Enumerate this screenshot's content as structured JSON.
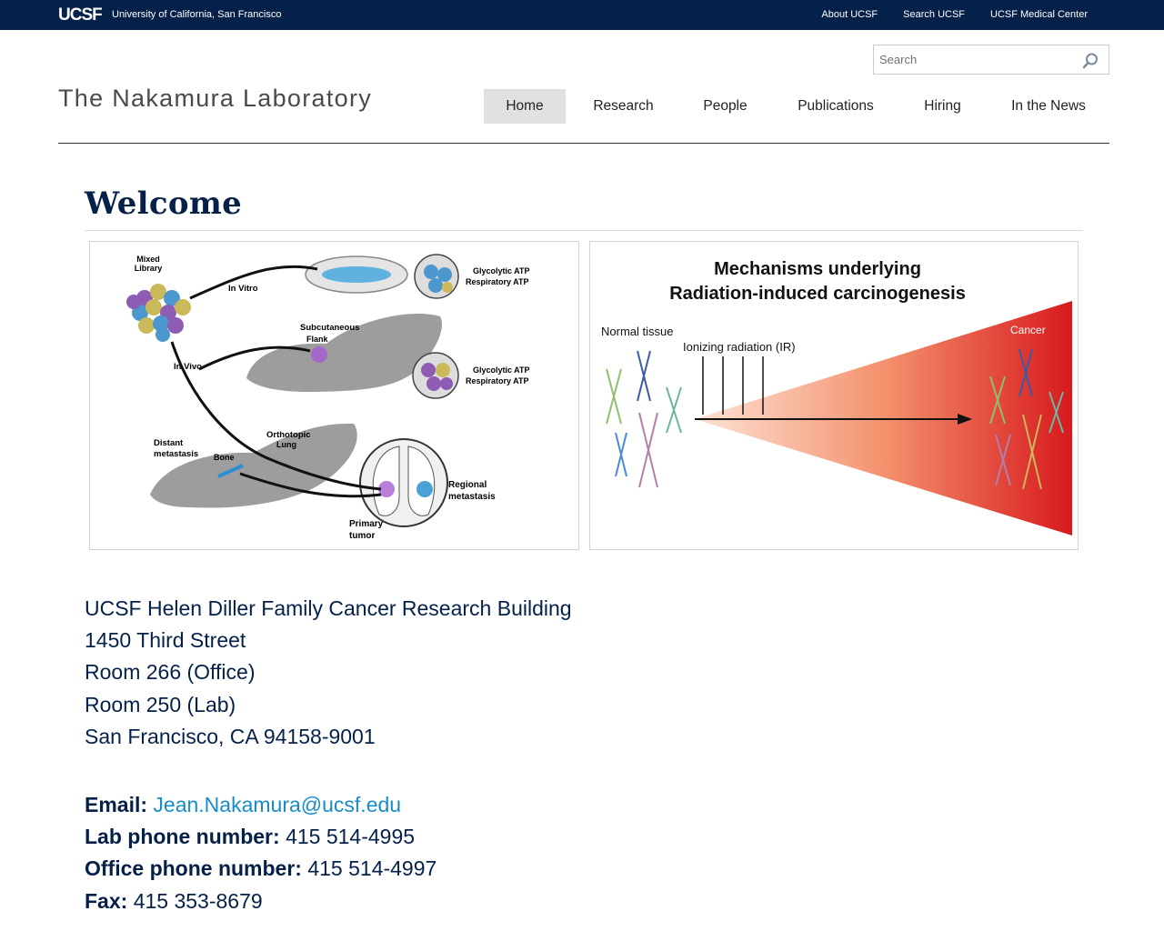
{
  "topbar": {
    "logo_text": "UCSF",
    "university": "University of California, San Francisco",
    "links": [
      "About UCSF",
      "Search UCSF",
      "UCSF Medical Center"
    ]
  },
  "search": {
    "placeholder": "Search"
  },
  "site_title": "The Nakamura Laboratory",
  "nav": [
    "Home",
    "Research",
    "People",
    "Publications",
    "Hiring",
    "In the News"
  ],
  "nav_active": "Home",
  "page_title": "Welcome",
  "figure1": {
    "labels": {
      "mixed_library": "Mixed\nLibrary",
      "in_vitro": "In Vitro",
      "in_vivo": "In Vivo",
      "subcutaneous": "Subcutaneous",
      "flank": "Flank",
      "glyco1": "Glycolytic ATP",
      "resp1": "Respiratory ATP",
      "glyco2": "Glycolytic ATP",
      "resp2": "Respiratory ATP",
      "distant": "Distant",
      "metastasis": "metastasis",
      "bone": "Bone",
      "orthotopic": "Orthotopic",
      "lung": "Lung",
      "regional": "Regional",
      "regional_met": "metastasis",
      "primary": "Primary",
      "tumor": "tumor"
    }
  },
  "figure2": {
    "title_line1": "Mechanisms underlying",
    "title_line2": "Radiation-induced carcinogenesis",
    "normal_tissue": "Normal tissue",
    "ionizing": "Ionizing radiation (IR)",
    "cancer": "Cancer"
  },
  "address": [
    "UCSF Helen Diller Family Cancer Research Building",
    "1450 Third Street",
    "Room 266 (Office)",
    "Room 250 (Lab)",
    "San Francisco, CA 94158-9001"
  ],
  "contact": {
    "email_label": "Email:",
    "email": "Jean.Nakamura@ucsf.edu",
    "lab_phone_label": "Lab phone number:",
    "lab_phone": "415 514-4995",
    "office_phone_label": "Office phone number:",
    "office_phone": "415 514-4997",
    "fax_label": "Fax:",
    "fax": "415 353-8679"
  },
  "colors": {
    "navy": "#052049",
    "link": "#178ccb",
    "cancer_red": "#d7191c"
  }
}
